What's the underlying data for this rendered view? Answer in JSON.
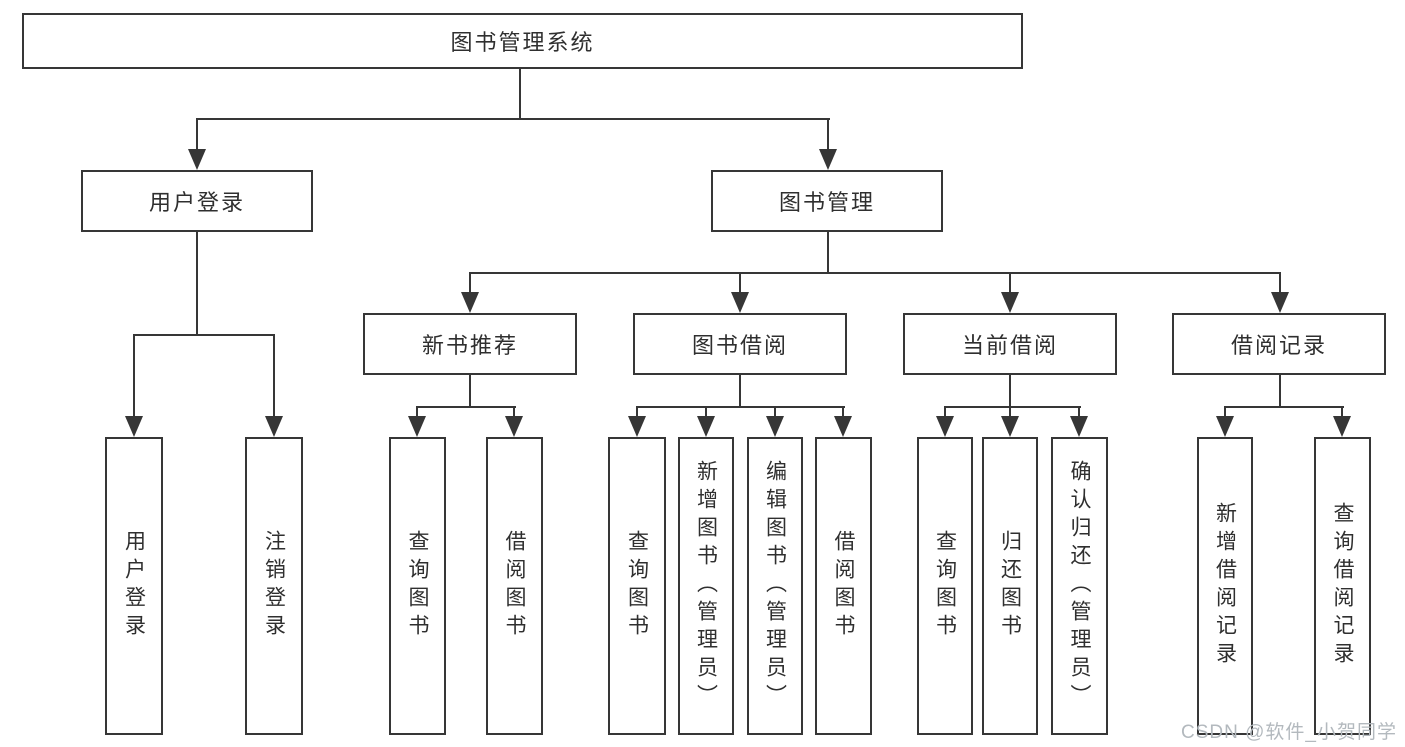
{
  "root": {
    "label": "图书管理系统"
  },
  "login_branch": {
    "label": "用户登录",
    "leaves": [
      "用户登录",
      "注销登录"
    ]
  },
  "management_branch": {
    "label": "图书管理"
  },
  "modules": [
    {
      "label": "新书推荐",
      "leaves": [
        "查询图书",
        "借阅图书"
      ]
    },
    {
      "label": "图书借阅",
      "leaves": [
        "查询图书",
        "新增图书（管理员）",
        "编辑图书（管理员）",
        "借阅图书"
      ]
    },
    {
      "label": "当前借阅",
      "leaves": [
        "查询图书",
        "归还图书",
        "确认归还（管理员）"
      ]
    },
    {
      "label": "借阅记录",
      "leaves": [
        "新增借阅记录",
        "查询借阅记录"
      ]
    }
  ],
  "watermark": "CSDN @软件_小贺同学",
  "colors": {
    "line": "#363636",
    "text": "#2f2f2f",
    "box_background": "#ffffff",
    "watermark": "#b3b9be"
  }
}
